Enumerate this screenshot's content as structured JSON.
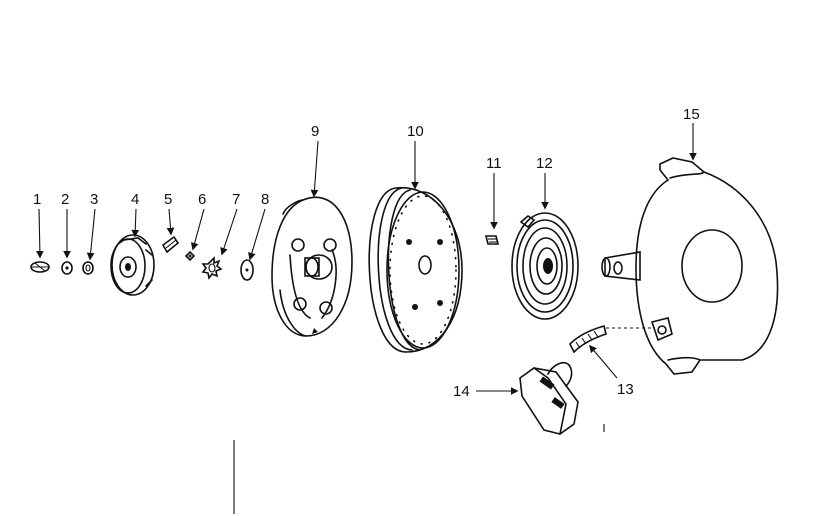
{
  "parts": [
    {
      "id": "part-1",
      "label": "1"
    },
    {
      "id": "part-2",
      "label": "2"
    },
    {
      "id": "part-3",
      "label": "3"
    },
    {
      "id": "part-4",
      "label": "4"
    },
    {
      "id": "part-5",
      "label": "5"
    },
    {
      "id": "part-6",
      "label": "6"
    },
    {
      "id": "part-7",
      "label": "7"
    },
    {
      "id": "part-8",
      "label": "8"
    },
    {
      "id": "part-9",
      "label": "9"
    },
    {
      "id": "part-10",
      "label": "10"
    },
    {
      "id": "part-11",
      "label": "11"
    },
    {
      "id": "part-12",
      "label": "12"
    },
    {
      "id": "part-13",
      "label": "13"
    },
    {
      "id": "part-14",
      "label": "14"
    },
    {
      "id": "part-15",
      "label": "15"
    }
  ]
}
